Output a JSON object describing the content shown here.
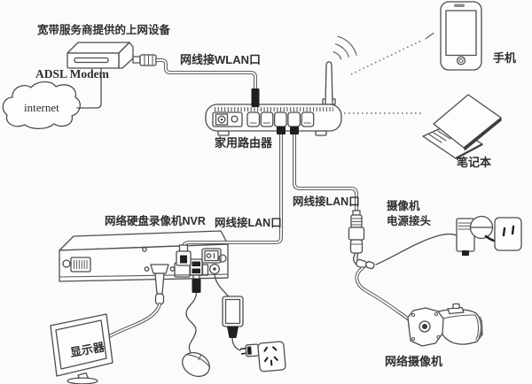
{
  "colors": {
    "background": "#fbfbfb",
    "line_ink": "#4d4d4d",
    "text_ink": "#2e2e2e",
    "connector_fill": "#1f1f1f"
  },
  "labels": {
    "isp_title": "宽带服务商提供的上网设备",
    "adsl_modem": "ADSL Modem",
    "internet_cloud": "internet",
    "wan_cable": "网线接WLAN口",
    "home_router": "家用路由器",
    "mobile_phone": "手机",
    "laptop": "笔记本",
    "lan_cable_camera": "网线接LAN口",
    "lan_cable_nvr": "网线接LAN口",
    "nvr": "网络硬盘录像机NVR",
    "camera_power_line1": "摄像机",
    "camera_power_line2": "电源接头",
    "monitor": "显示器",
    "ip_camera": "网络摄像机"
  }
}
